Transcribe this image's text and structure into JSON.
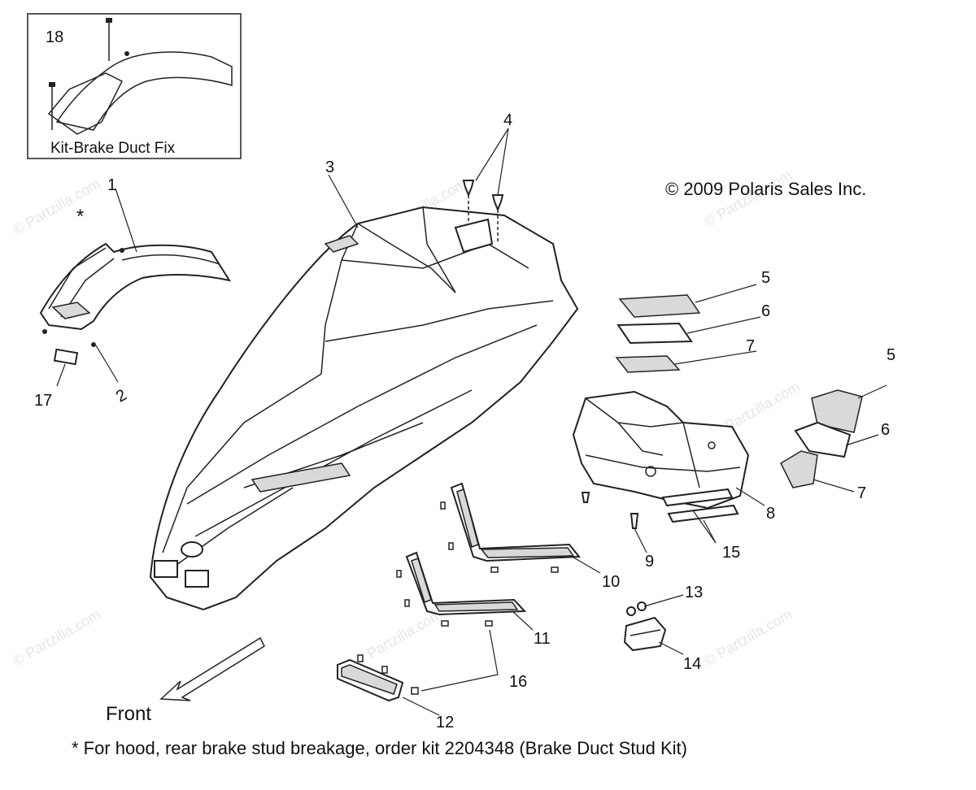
{
  "diagram": {
    "copyright": "© 2009 Polaris Sales Inc.",
    "watermark": "© Partzilla.com",
    "inset_number": "18",
    "inset_caption": "Kit-Brake Duct Fix",
    "asterisk": "*",
    "front_label": "Front",
    "footnote": "* For hood, rear brake stud breakage, order kit 2204348 (Brake Duct Stud Kit)",
    "callouts": [
      {
        "id": "c1",
        "text": "1"
      },
      {
        "id": "c2",
        "text": "2"
      },
      {
        "id": "c3",
        "text": "3"
      },
      {
        "id": "c4",
        "text": "4"
      },
      {
        "id": "c5a",
        "text": "5"
      },
      {
        "id": "c5b",
        "text": "5"
      },
      {
        "id": "c6a",
        "text": "6"
      },
      {
        "id": "c6b",
        "text": "6"
      },
      {
        "id": "c7a",
        "text": "7"
      },
      {
        "id": "c7b",
        "text": "7"
      },
      {
        "id": "c8",
        "text": "8"
      },
      {
        "id": "c9",
        "text": "9"
      },
      {
        "id": "c10",
        "text": "10"
      },
      {
        "id": "c11",
        "text": "11"
      },
      {
        "id": "c12",
        "text": "12"
      },
      {
        "id": "c13",
        "text": "13"
      },
      {
        "id": "c14",
        "text": "14"
      },
      {
        "id": "c15",
        "text": "15"
      },
      {
        "id": "c16",
        "text": "16"
      },
      {
        "id": "c17",
        "text": "17"
      }
    ]
  }
}
